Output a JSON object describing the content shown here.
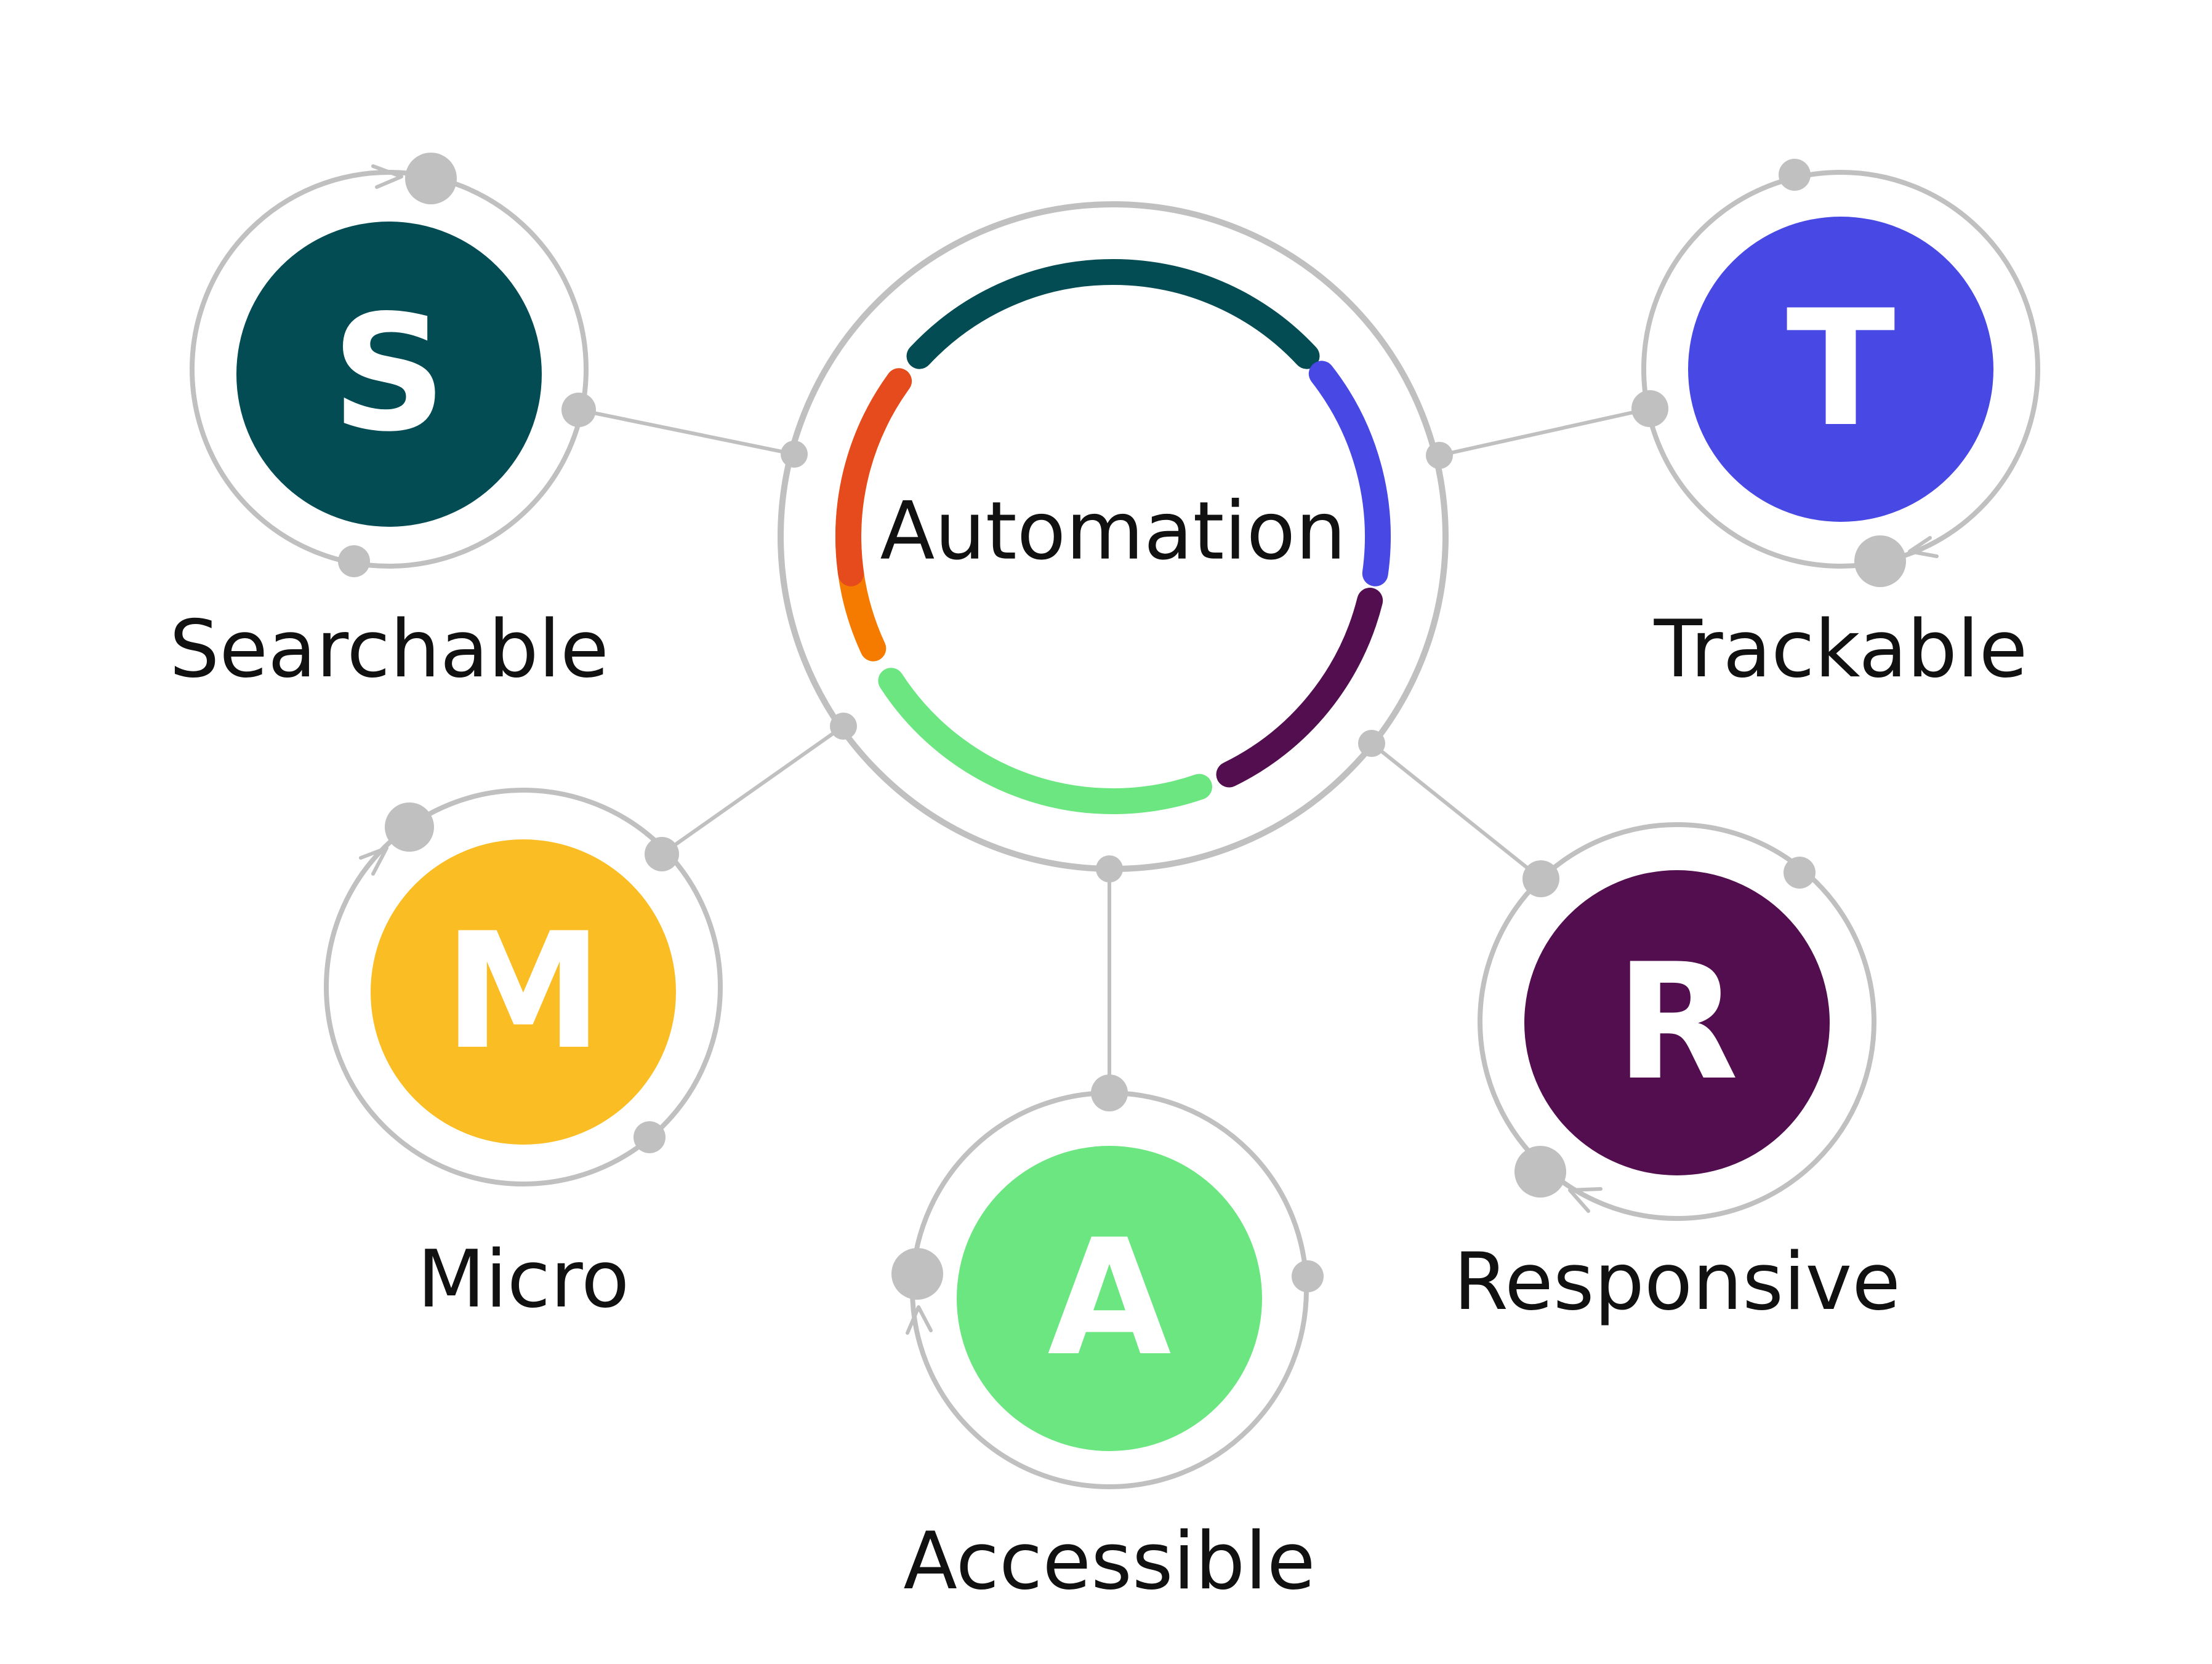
{
  "center": {
    "label": "Automation"
  },
  "nodes": [
    {
      "id": "s",
      "letter": "S",
      "label": "Searchable",
      "color": "#034C53"
    },
    {
      "id": "t",
      "letter": "T",
      "label": "Trackable",
      "color": "#4848E5"
    },
    {
      "id": "m",
      "letter": "M",
      "label": "Micro",
      "color": "#FBBD24"
    },
    {
      "id": "a",
      "letter": "A",
      "label": "Accessible",
      "color": "#6CE681"
    },
    {
      "id": "r",
      "letter": "R",
      "label": "Responsive",
      "color": "#520E4E"
    }
  ],
  "center_arc_colors": {
    "top": "#034C53",
    "right": "#4848E5",
    "lower_right": "#520E4E",
    "bottom": "#6CE681",
    "lower_left": "#F47B00",
    "left": "#E54B1C"
  },
  "connector_color": "#C0C0C0"
}
